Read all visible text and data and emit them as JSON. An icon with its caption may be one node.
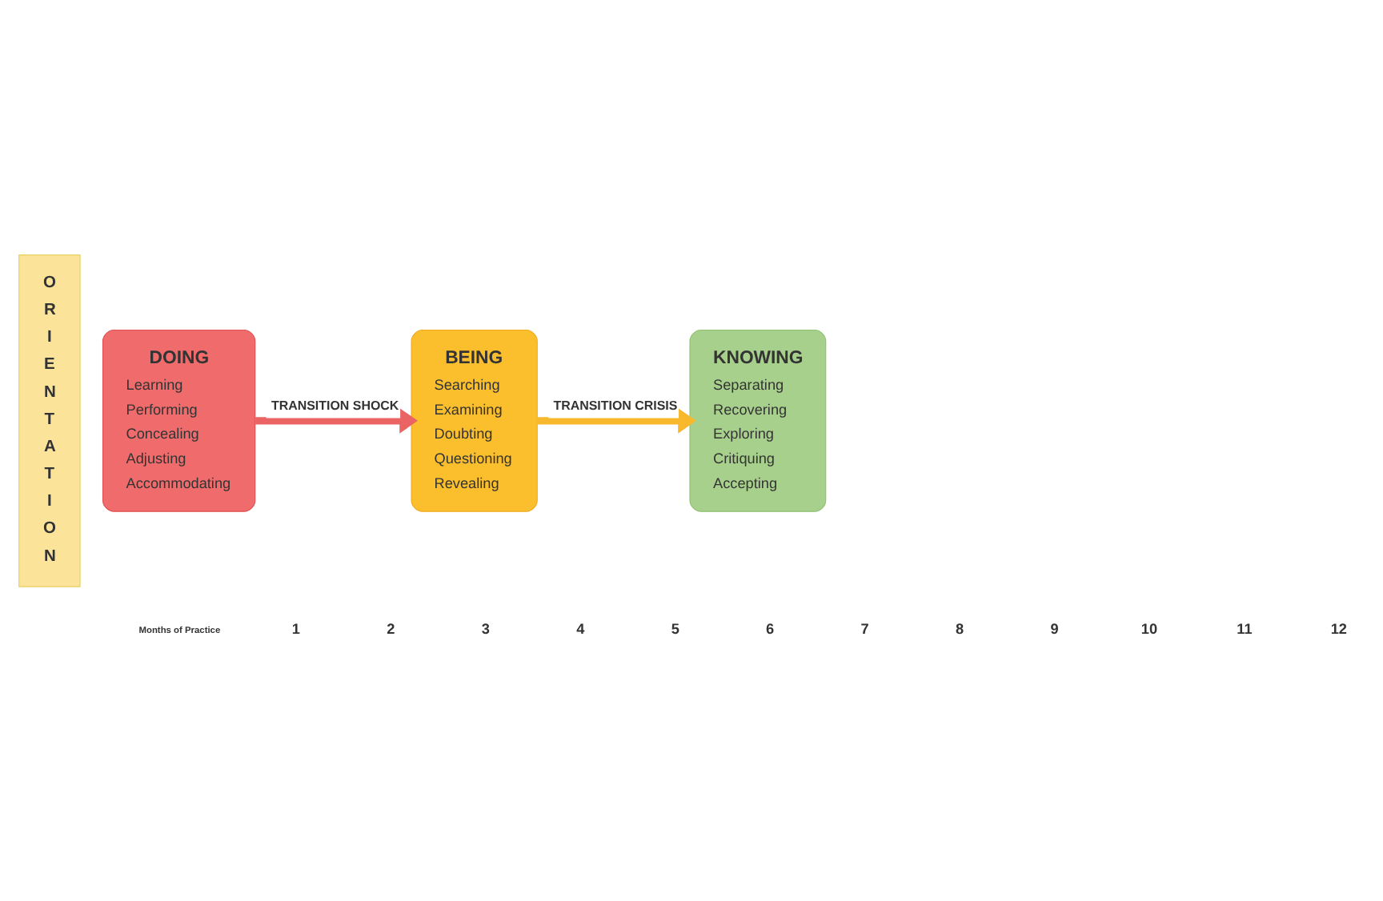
{
  "diagram": {
    "nodes": [
      {
        "text": [
          "ORIENTATION"
        ]
      },
      {
        "text": [
          "DOING",
          "Learning",
          "Performing",
          "Concealing",
          "Adjusting",
          "Accommodating"
        ]
      },
      {
        "text": [
          "BEING",
          "Searching",
          "Examining",
          "Doubting",
          "Questioning",
          "Revealing"
        ]
      },
      {
        "text": [
          "KNOWING",
          "Separating",
          "Recovering",
          "Exploring",
          "Critiquing",
          "Accepting"
        ]
      }
    ],
    "edges": [
      {
        "from": 1,
        "to": 2,
        "arrow": "to",
        "label": "TRANSITION SHOCK",
        "color": "#ea6464"
      },
      {
        "from": 2,
        "to": 3,
        "arrow": "to",
        "label": "TRANSITION CRISIS",
        "color": "#f8b82e"
      }
    ],
    "labels": [
      "Months of Practice",
      "1",
      "2",
      "3",
      "4",
      "5",
      "6",
      "7",
      "8",
      "9",
      "10",
      "11",
      "12"
    ]
  }
}
